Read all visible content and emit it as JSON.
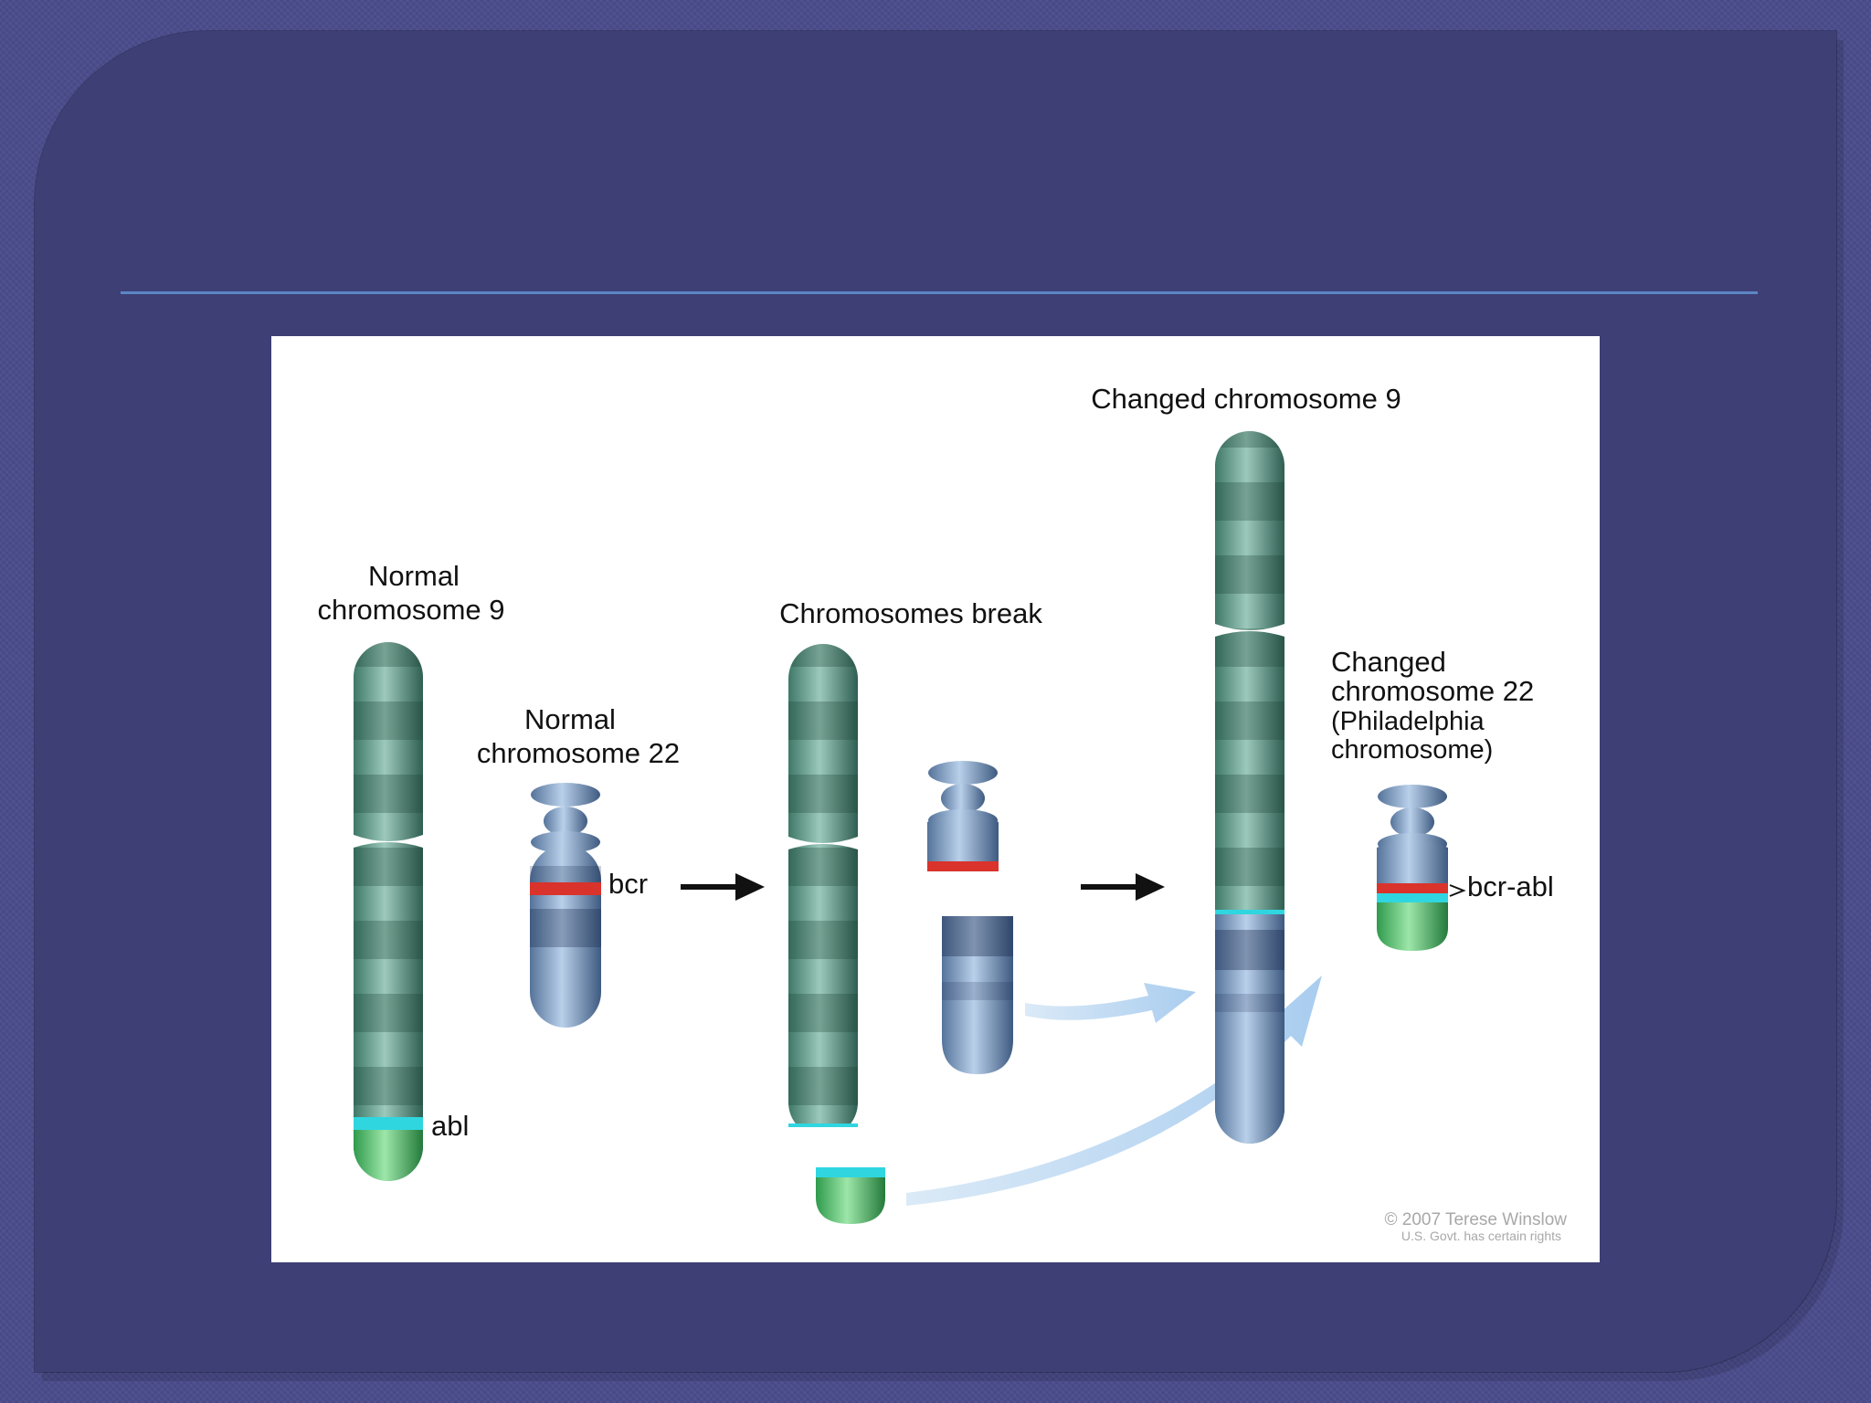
{
  "slide": {
    "colors": {
      "background": "#4b4c8c",
      "panel": "#3e3f75",
      "rule": "#5b86c6"
    }
  },
  "figure": {
    "labels": {
      "normal9_line1": "Normal",
      "normal9_line2": "chromosome 9",
      "normal22_line1": "Normal",
      "normal22_line2": "chromosome 22",
      "bcr": "bcr",
      "abl": "abl",
      "break": "Chromosomes break",
      "changed9": "Changed chromosome 9",
      "changed22_line1": "Changed",
      "changed22_line2": "chromosome 22",
      "changed22_line3": "(Philadelphia",
      "changed22_line4": "chromosome)",
      "bcr_abl": "bcr-abl"
    },
    "credit": {
      "line1": "© 2007 Terese Winslow",
      "line2": "U.S. Govt. has certain rights"
    },
    "colors": {
      "chromosome9": "#5f9a8a",
      "chromosome22": "#7c9cc0",
      "bcr": "#d9332c",
      "abl": "#2fd6e0",
      "abl_tip": "#52c06a",
      "arrow": "#b8d6f0"
    }
  }
}
